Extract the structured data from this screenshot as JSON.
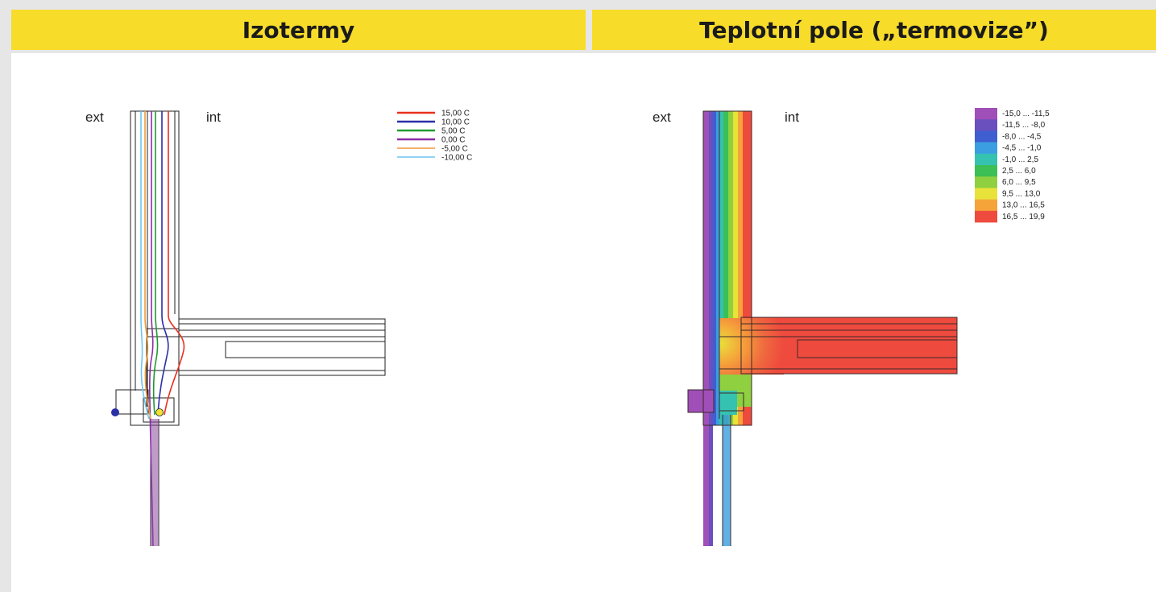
{
  "panels": {
    "left": {
      "title": "Izotermy",
      "ext_label": "ext",
      "int_label": "int",
      "legend": [
        {
          "label": "15,00 C",
          "color": "#e8301e"
        },
        {
          "label": "10,00 C",
          "color": "#2b2fa8"
        },
        {
          "label": "5,00 C",
          "color": "#1f9a2e"
        },
        {
          "label": "0,00 C",
          "color": "#8a2da8"
        },
        {
          "label": "-5,00 C",
          "color": "#f29a3a"
        },
        {
          "label": "-10,00 C",
          "color": "#6ec6f0"
        }
      ]
    },
    "right": {
      "title": "Teplotní pole („termovize”)",
      "ext_label": "ext",
      "int_label": "int",
      "legend": [
        {
          "label": "-15,0 ... -11,5",
          "color": "#a04fb8"
        },
        {
          "label": "-11,5 ... -8,0",
          "color": "#6a4fbf"
        },
        {
          "label": "-8,0 ... -4,5",
          "color": "#3f5fd0"
        },
        {
          "label": "-4,5 ... -1,0",
          "color": "#3a9ee0"
        },
        {
          "label": "-1,0 ... 2,5",
          "color": "#35c2b0"
        },
        {
          "label": "2,5 ... 6,0",
          "color": "#3cbf55"
        },
        {
          "label": "6,0 ... 9,5",
          "color": "#8fd040"
        },
        {
          "label": "9,5 ... 13,0",
          "color": "#e8e23a"
        },
        {
          "label": "13,0 ... 16,5",
          "color": "#f5a43a"
        },
        {
          "label": "16,5 ... 19,9",
          "color": "#ef4a3e"
        }
      ]
    }
  },
  "colors": {
    "header_bg": "#f7dc2a",
    "frame_gray": "#e6e6e6"
  }
}
